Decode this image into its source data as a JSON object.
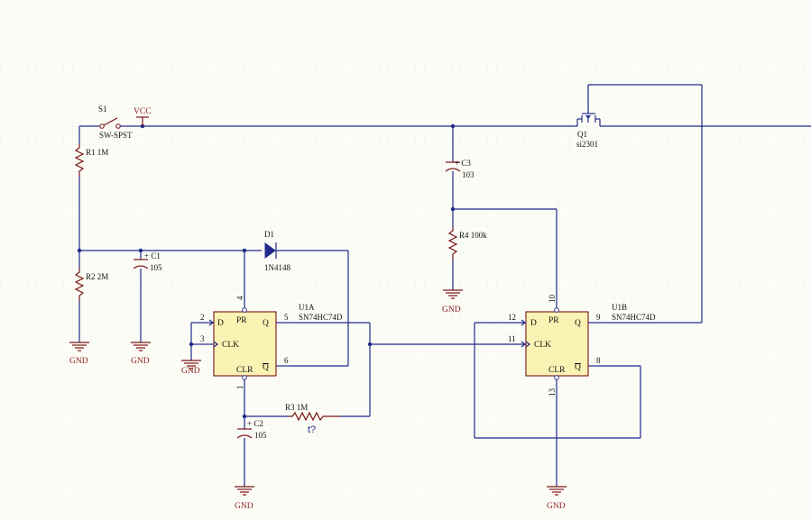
{
  "switch": {
    "ref": "S1",
    "value": "SW-SPST"
  },
  "vcc": "VCC",
  "q1": {
    "ref": "Q1",
    "value": "si2301"
  },
  "r1": "R1 1M",
  "r2": "R2 2M",
  "r3": "R3 1M",
  "r4": "R4 100k",
  "c1": {
    "ref": "C1",
    "value": "105"
  },
  "c2": {
    "ref": "C2",
    "value": "105"
  },
  "c3": {
    "ref": "C3",
    "value": "103"
  },
  "d1": {
    "ref": "D1",
    "value": "1N4148"
  },
  "gnd": "GND",
  "u1a": {
    "ref": "U1A",
    "part": "SN74HC74D",
    "pins": {
      "d": "D",
      "pr": "PR",
      "q": "Q",
      "clk": "CLK",
      "clr": "CLR",
      "qbar": "Q"
    },
    "numbers": {
      "d": "2",
      "clk": "3",
      "pr": "4",
      "q": "5",
      "qbar": "6",
      "clr": "1"
    }
  },
  "u1b": {
    "ref": "U1B",
    "part": "SN74HC74D",
    "pins": {
      "d": "D",
      "pr": "PR",
      "q": "Q",
      "clk": "CLK",
      "clr": "CLR",
      "qbar": "Q"
    },
    "numbers": {
      "d": "12",
      "clk": "11",
      "pr": "10",
      "q": "9",
      "qbar": "8",
      "clr": "13"
    }
  },
  "timing_mark": "t?",
  "colors": {
    "wire": "#1f2a8a",
    "part": "#7a1414",
    "chip_fill": "#fbf3b3",
    "grid": "#ecece4"
  }
}
